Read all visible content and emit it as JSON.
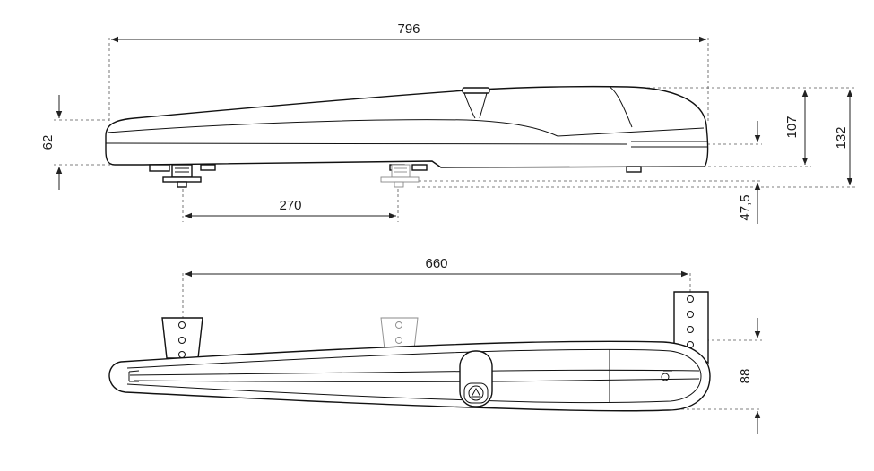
{
  "dimensions": {
    "side_length": "796",
    "side_height_left": "62",
    "side_height_right_inner": "107",
    "side_height_right_outer": "132",
    "side_offset_bottom": "47,5",
    "side_bracket_spacing": "270",
    "top_length": "660",
    "top_height": "88"
  }
}
